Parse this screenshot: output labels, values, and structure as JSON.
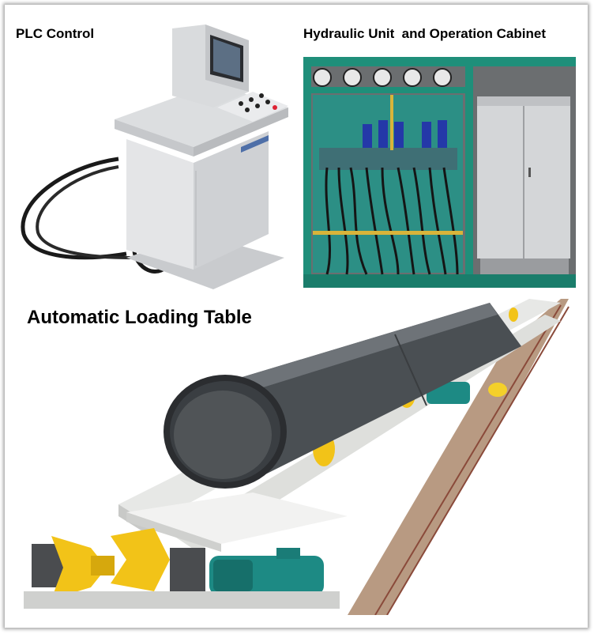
{
  "labels": {
    "plc_control": "PLC Control",
    "hydraulic_unit": "Hydraulic Unit  and Operation Cabinet",
    "loading_table": "Automatic Loading Table"
  },
  "colors": {
    "cabinet_gray": "#d4d6d8",
    "hydraulic_green": "#1f8f7a",
    "roller_yellow": "#f2c318",
    "motor_teal": "#1d8a84",
    "pipe_dark": "#4a4f53"
  }
}
